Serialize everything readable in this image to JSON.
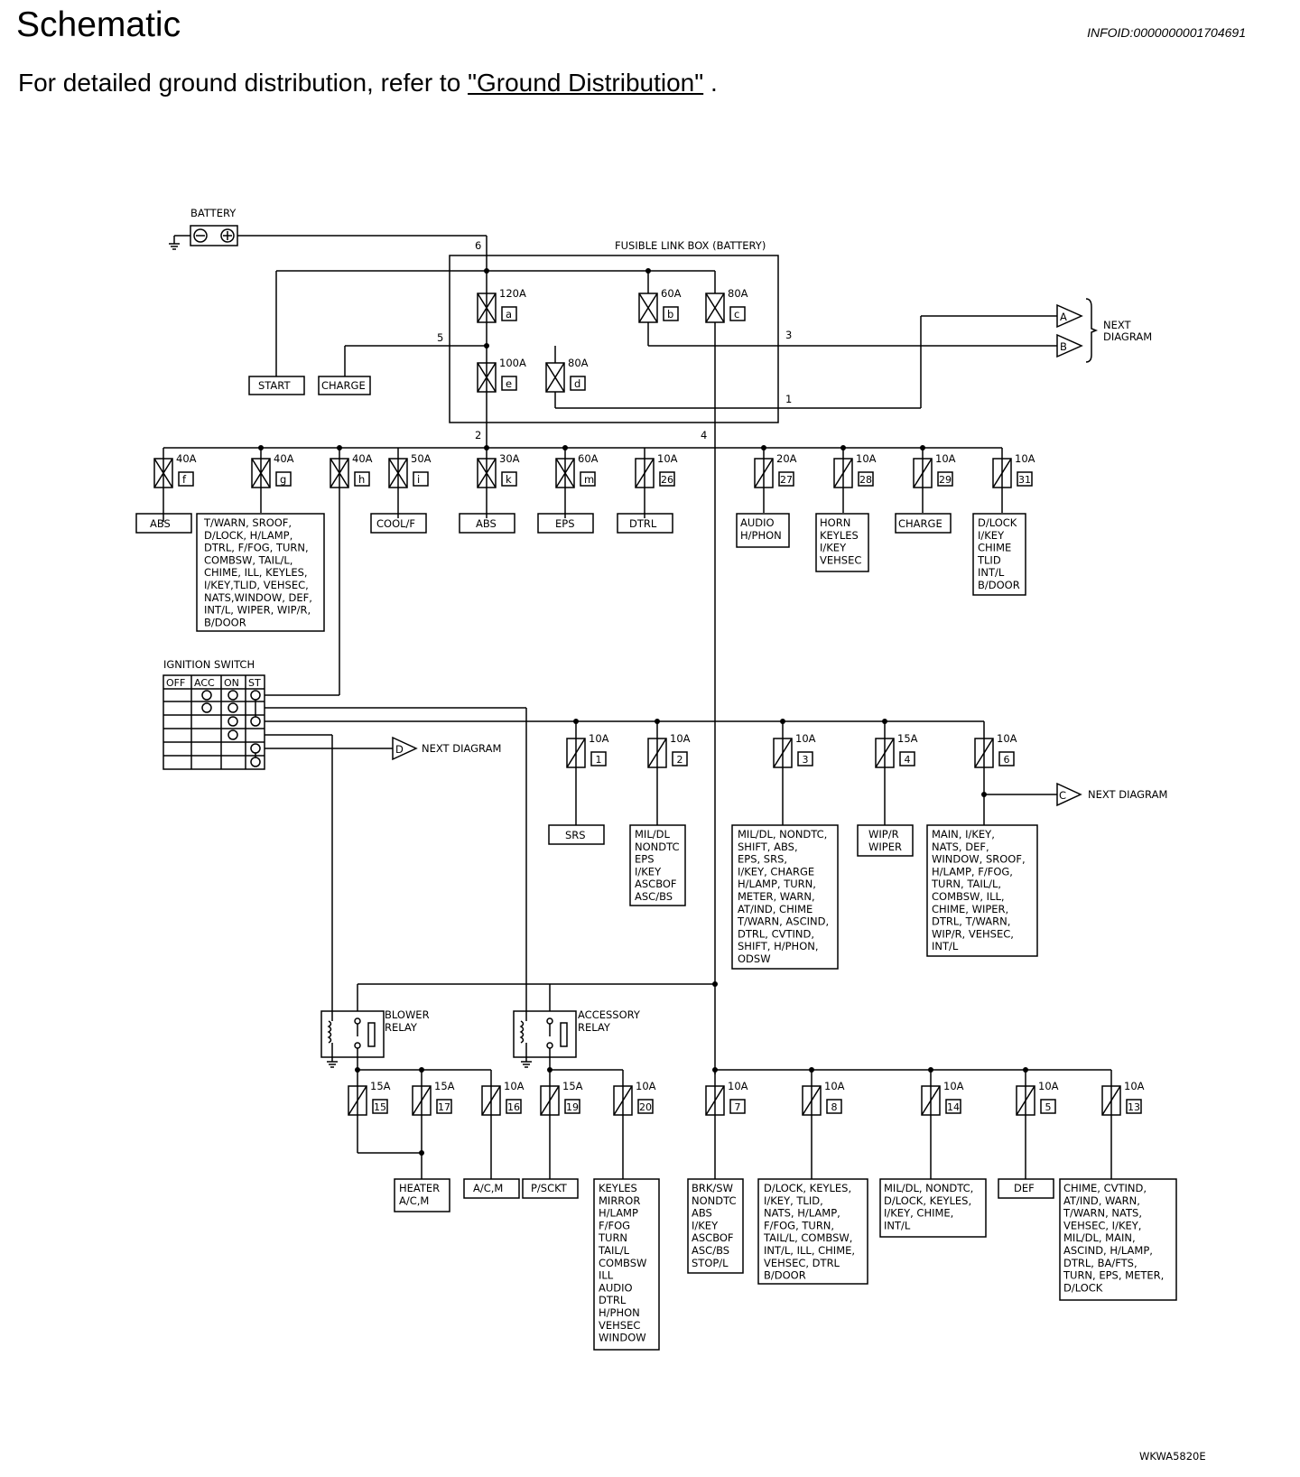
{
  "page": {
    "title": "Schematic",
    "info_id": "INFOID:0000000001704691",
    "ref_prefix": "For detailed ground distribution, refer to",
    "ref_link": "\"Ground Distribution\"",
    "ref_suffix": " .",
    "figure_id": "WKWA5820E"
  },
  "labels": {
    "battery": "BATTERY",
    "fusible_link_box": "FUSIBLE LINK BOX (BATTERY)",
    "ignition_switch": "IGNITION SWITCH",
    "next_diagram": "NEXT DIAGRAM",
    "next": "NEXT",
    "diagram": "DIAGRAM",
    "blower_relay_1": "BLOWER",
    "blower_relay_2": "RELAY",
    "accessory_relay_1": "ACCESSORY",
    "accessory_relay_2": "RELAY",
    "start": "START",
    "charge": "CHARGE"
  },
  "connectors": {
    "A": "A",
    "B": "B",
    "C": "C",
    "D": "D"
  },
  "terminals": {
    "t6": "6",
    "t5": "5",
    "t3": "3",
    "t1": "1",
    "t2": "2",
    "t4": "4"
  },
  "ignition_columns": [
    "OFF",
    "ACC",
    "ON",
    "ST"
  ],
  "fusible_links": [
    {
      "amp": "120A",
      "id": "a"
    },
    {
      "amp": "60A",
      "id": "b"
    },
    {
      "amp": "80A",
      "id": "c"
    },
    {
      "amp": "100A",
      "id": "e"
    },
    {
      "amp": "80A",
      "id": "d"
    },
    {
      "amp": "40A",
      "id": "f"
    },
    {
      "amp": "40A",
      "id": "g"
    },
    {
      "amp": "40A",
      "id": "h"
    },
    {
      "amp": "50A",
      "id": "i"
    },
    {
      "amp": "30A",
      "id": "k"
    },
    {
      "amp": "60A",
      "id": "m"
    }
  ],
  "fuses": [
    {
      "amp": "10A",
      "id": "26"
    },
    {
      "amp": "20A",
      "id": "27"
    },
    {
      "amp": "10A",
      "id": "28"
    },
    {
      "amp": "10A",
      "id": "29"
    },
    {
      "amp": "10A",
      "id": "31"
    },
    {
      "amp": "10A",
      "id": "1"
    },
    {
      "amp": "10A",
      "id": "2"
    },
    {
      "amp": "10A",
      "id": "3"
    },
    {
      "amp": "15A",
      "id": "4"
    },
    {
      "amp": "10A",
      "id": "6"
    },
    {
      "amp": "15A",
      "id": "15"
    },
    {
      "amp": "15A",
      "id": "17"
    },
    {
      "amp": "10A",
      "id": "16"
    },
    {
      "amp": "15A",
      "id": "19"
    },
    {
      "amp": "10A",
      "id": "20"
    },
    {
      "amp": "10A",
      "id": "7"
    },
    {
      "amp": "10A",
      "id": "8"
    },
    {
      "amp": "10A",
      "id": "14"
    },
    {
      "amp": "10A",
      "id": "5"
    },
    {
      "amp": "10A",
      "id": "13"
    }
  ],
  "circuits": {
    "abs_f": [
      "ABS"
    ],
    "g_list": [
      "T/WARN, SROOF,",
      "D/LOCK, H/LAMP,",
      "DTRL, F/FOG, TURN,",
      "COMBSW, TAIL/L,",
      "CHIME, ILL, KEYLES,",
      "I/KEY,TLID, VEHSEC,",
      "NATS,WINDOW, DEF,",
      "INT/L, WIPER, WIP/R,",
      "B/DOOR"
    ],
    "cool_f": [
      "COOL/F"
    ],
    "abs_k": [
      "ABS"
    ],
    "eps": [
      "EPS"
    ],
    "dtrl": [
      "DTRL"
    ],
    "audio": [
      "AUDIO",
      "H/PHON"
    ],
    "horn": [
      "HORN",
      "KEYLES",
      "I/KEY",
      "VEHSEC"
    ],
    "charge29": [
      "CHARGE"
    ],
    "dlock31": [
      "D/LOCK",
      "I/KEY",
      "CHIME",
      "TLID",
      "INT/L",
      "B/DOOR"
    ],
    "srs": [
      "SRS"
    ],
    "mil2": [
      "MIL/DL",
      "NONDTC",
      "EPS",
      "I/KEY",
      "ASCBOF",
      "ASC/BS"
    ],
    "mil3": [
      "MIL/DL, NONDTC,",
      "SHIFT, ABS,",
      "EPS, SRS,",
      "I/KEY, CHARGE",
      "H/LAMP, TURN,",
      "METER, WARN,",
      "AT/IND, CHIME",
      "T/WARN, ASCIND,",
      "DTRL, CVTIND,",
      "SHIFT, H/PHON,",
      "ODSW"
    ],
    "wipr": [
      "WIP/R",
      "WIPER"
    ],
    "main6": [
      "MAIN, I/KEY,",
      "NATS, DEF,",
      "WINDOW, SROOF,",
      "H/LAMP, F/FOG,",
      "TURN, TAIL/L,",
      "COMBSW, ILL,",
      "CHIME, WIPER,",
      "DTRL, T/WARN,",
      "WIP/R, VEHSEC,",
      "INT/L"
    ],
    "heater": [
      "HEATER",
      "A/C,M"
    ],
    "acm": [
      "A/C,M"
    ],
    "psckt": [
      "P/SCKT"
    ],
    "keyles20": [
      "KEYLES",
      "MIRROR",
      "H/LAMP",
      "F/FOG",
      "TURN",
      "TAIL/L",
      "COMBSW",
      "ILL",
      "AUDIO",
      "DTRL",
      "H/PHON",
      "VEHSEC",
      "WINDOW"
    ],
    "brksw7": [
      "BRK/SW",
      "NONDTC",
      "ABS",
      "I/KEY",
      "ASCBOF",
      "ASC/BS",
      "STOP/L"
    ],
    "dlock8": [
      "D/LOCK, KEYLES,",
      "I/KEY, TLID,",
      "NATS, H/LAMP,",
      "F/FOG, TURN,",
      "TAIL/L, COMBSW,",
      "INT/L, ILL, CHIME,",
      "VEHSEC, DTRL",
      "B/DOOR"
    ],
    "mil14": [
      "MIL/DL, NONDTC,",
      "D/LOCK, KEYLES,",
      "I/KEY, CHIME,",
      "INT/L"
    ],
    "def5": [
      "DEF"
    ],
    "chime13": [
      "CHIME, CVTIND,",
      "AT/IND, WARN,",
      "T/WARN, NATS,",
      "VEHSEC, I/KEY,",
      "MIL/DL, MAIN,",
      "ASCIND, H/LAMP,",
      "DTRL, BA/FTS,",
      "TURN, EPS, METER,",
      "D/LOCK"
    ]
  }
}
